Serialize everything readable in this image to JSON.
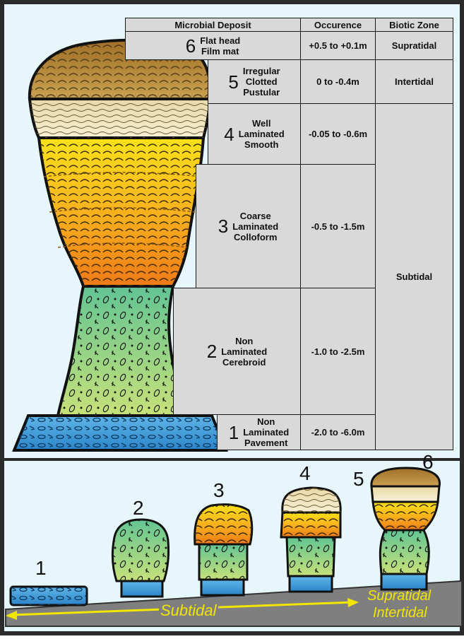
{
  "table": {
    "headers": [
      "Microbial Deposit",
      "Occurence",
      "Biotic Zone"
    ],
    "rows": [
      {
        "number": "6",
        "deposit": "Flat head\nFilm mat",
        "occurence": "+0.5 to +0.1m"
      },
      {
        "number": "5",
        "deposit": "Irregular\nClotted\nPustular",
        "occurence": "0 to -0.4m"
      },
      {
        "number": "4",
        "deposit": "Well\nLaminated\nSmooth",
        "occurence": "-0.05 to -0.6m"
      },
      {
        "number": "3",
        "deposit": "Coarse\nLaminated\nColloform",
        "occurence": "-0.5 to -1.5m"
      },
      {
        "number": "2",
        "deposit": "Non\nLaminated\nCerebroid",
        "occurence": "-1.0 to -2.5m"
      },
      {
        "number": "1",
        "deposit": "Non\nLaminated\nPavement",
        "occurence": "-2.0 to -6.0m"
      }
    ],
    "zones": [
      "Supratidal",
      "Intertidal",
      "Subtidal"
    ]
  },
  "lower": {
    "stage_labels": [
      "1",
      "2",
      "3",
      "4",
      "5",
      "6"
    ],
    "zone_subtidal": "Subtidal",
    "zone_supratidal": "Supratidal",
    "zone_intertidal": "Intertidal"
  },
  "colors": {
    "background": "#e6f6fb",
    "frame": "#2b2b2b",
    "cell": "#d9d9d9",
    "arrow_text": "#f2e600",
    "ground": "#7f7f7f",
    "pavement": "#3a9ad9",
    "green_layer": "#7fc98f",
    "orange_layer": "#f08a1e",
    "yellow_layer": "#f7d51e",
    "cream_layer": "#efe3b9",
    "brown_layer": "#b5822d"
  }
}
